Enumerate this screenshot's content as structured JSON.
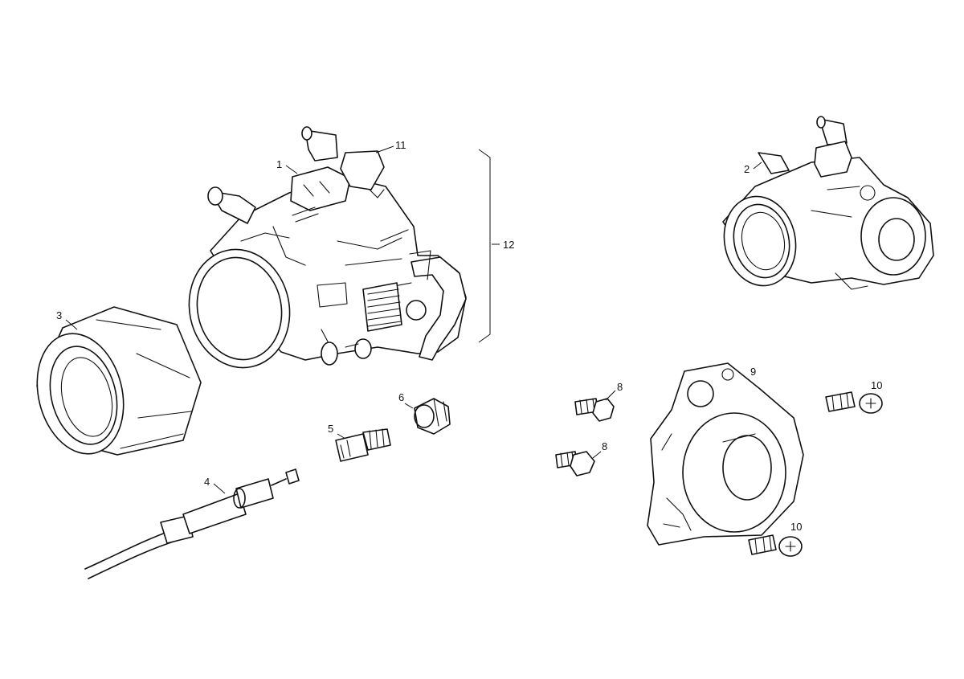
{
  "labels": {
    "l1": "1",
    "l2": "2",
    "l3": "3",
    "l4": "4",
    "l5": "5",
    "l6": "6",
    "l8a": "8",
    "l8b": "8",
    "l9": "9",
    "l10a": "10",
    "l10b": "10",
    "l11": "11",
    "l12": "12"
  }
}
